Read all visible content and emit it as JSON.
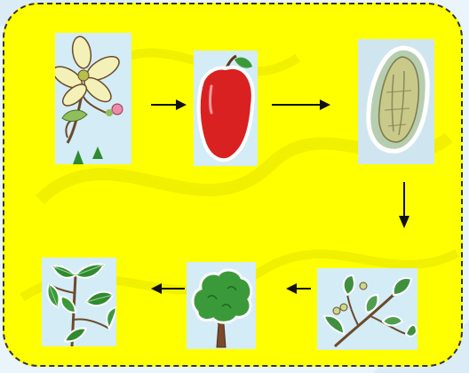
{
  "diagram": {
    "stages": [
      {
        "name": "flower"
      },
      {
        "name": "fruit"
      },
      {
        "name": "seed"
      },
      {
        "name": "seedling"
      },
      {
        "name": "tree"
      },
      {
        "name": "plant"
      }
    ],
    "arrows": [
      "right",
      "right",
      "down",
      "left",
      "left"
    ]
  },
  "colors": {
    "card_fill": "#ffff00",
    "tile_fill": "#d4ecf5",
    "fruit_red": "#d92121",
    "leaf_green": "#2e8b2e",
    "arrow": "#111111"
  }
}
